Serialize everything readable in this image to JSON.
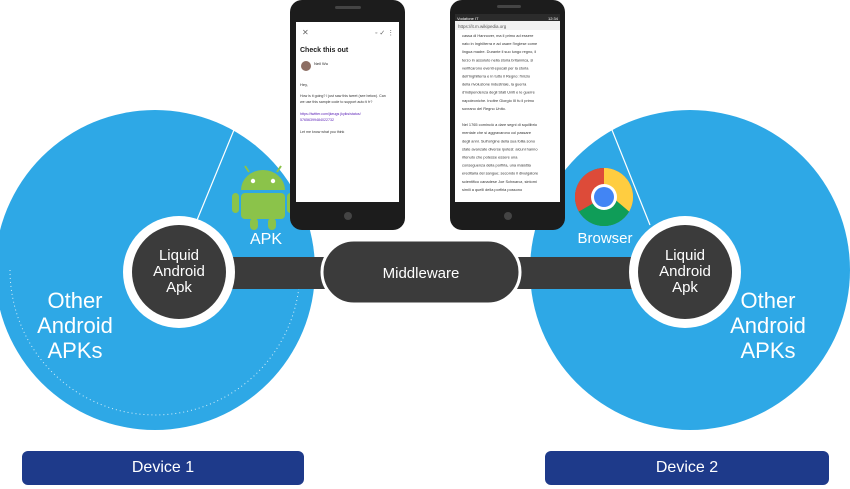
{
  "left": {
    "circle_text": [
      "Other",
      "Android",
      "APKs"
    ],
    "inner_text": [
      "Liquid",
      "Android",
      "Apk"
    ],
    "app_label": "APK",
    "device_label": "Device 1",
    "phone": {
      "subject": "Check this out",
      "sender": "Neil Wu",
      "greeting": "Hey,",
      "body_line1": "How is it going? I just saw this tweet (see below). Can",
      "body_line2": "we use this sample code to support auto ti fr?",
      "link_line1": "https://twitter.com/jkeugs jkyiks/status/",
      "link_line2": "57656399484022732",
      "closing": "Let me know what you think"
    }
  },
  "right": {
    "circle_text": [
      "Other",
      "Android",
      "APKs"
    ],
    "inner_text": [
      "Liquid",
      "Android",
      "Apk"
    ],
    "app_label": "Browser",
    "device_label": "Device 2",
    "phone": {
      "status_left": "Vodafone IT",
      "status_right": "12:34",
      "url": "https://it.m.wikipedia.org",
      "lines": [
        "cassa di Hannover, ma il primo ad essere",
        "nato in Inghilterra e ad usare l'inglese come",
        "lingua madre. Durante il suo lungo regno, il",
        "terzo in assoluto nella storia britannica, si",
        "verificarono eventi epocali per la storia",
        "dell'Inghilterra e in tutto il Regno: l'inizio",
        "della rivoluzione industriale, la guerra",
        "d'indipendenza degli Stati Uniti e le guerre",
        "napoleoniche. Inoltre Giorgio III fu il primo",
        "sovrano del Regno Unito.",
        "",
        "Nel 1765 cominciò a dare segni di squilibrio",
        "mentale che si aggravarono col passare",
        "degli anni. Sull'origine della sua follia sono",
        "state avanzate diverse ipotesi: alcuni hanno",
        "ritenuto che potesse essere una",
        "conseguenza della porfiria, una malattia",
        "ereditaria del sangue; secondo il divulgatore",
        "scientifico canadese Joe Schwarcz, sintomi",
        "simili a quelli della porfiria possono"
      ]
    }
  },
  "middleware_label": "Middleware",
  "colors": {
    "circle_blue": "#2ea8e6",
    "dark": "#3b3b3b",
    "navy": "#1e3a8a",
    "android_green": "#8bc34a"
  }
}
